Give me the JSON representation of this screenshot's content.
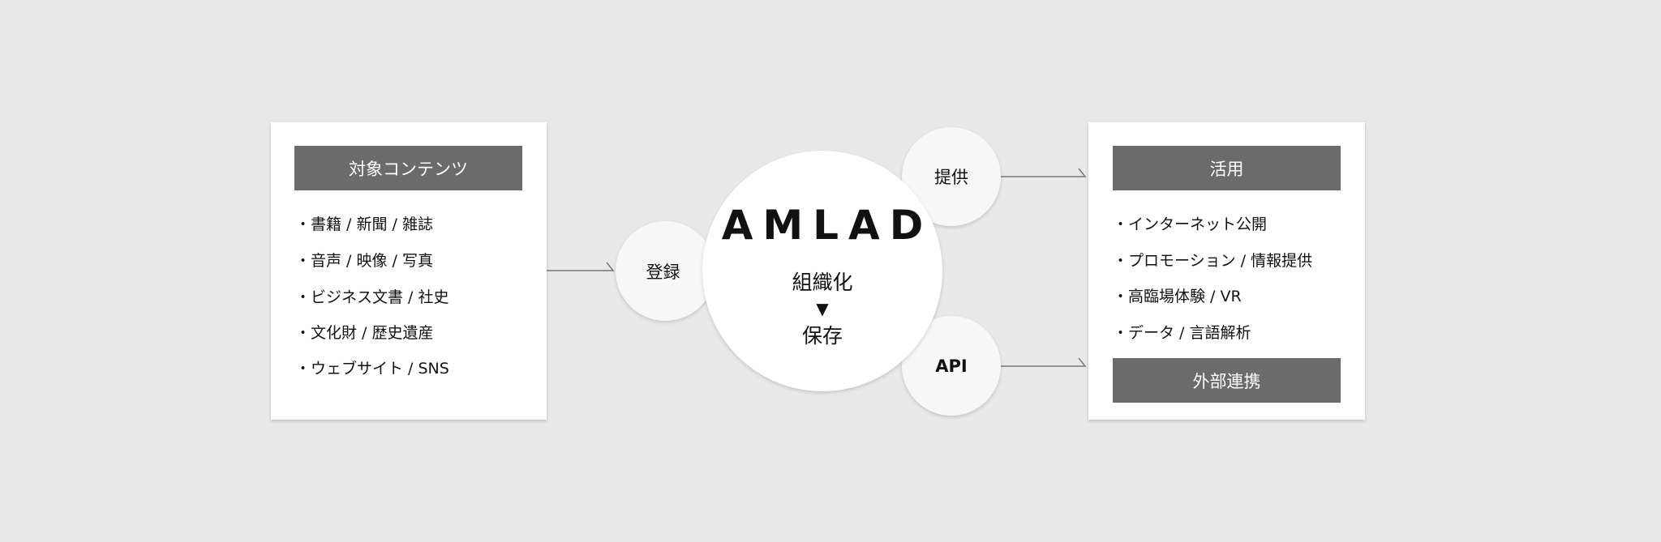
{
  "left_box": {
    "header": "対象コンテンツ",
    "items": [
      "・書籍 / 新聞 / 雑誌",
      "・音声 / 映像 / 写真",
      "・ビジネス文書 / 社史",
      "・文化財 / 歴史遺産",
      "・ウェブサイト / SNS"
    ]
  },
  "register": "登録",
  "center": {
    "logo": "AMLAD",
    "step1": "組織化",
    "arrow": "▼",
    "step2": "保存"
  },
  "provide": "提供",
  "api": "API",
  "right_box": {
    "header": "活用",
    "items": [
      "・インターネット公開",
      "・プロモーション / 情報提供",
      "・高臨場体験 / VR",
      "・データ / 言語解析"
    ],
    "footer": "外部連携"
  }
}
